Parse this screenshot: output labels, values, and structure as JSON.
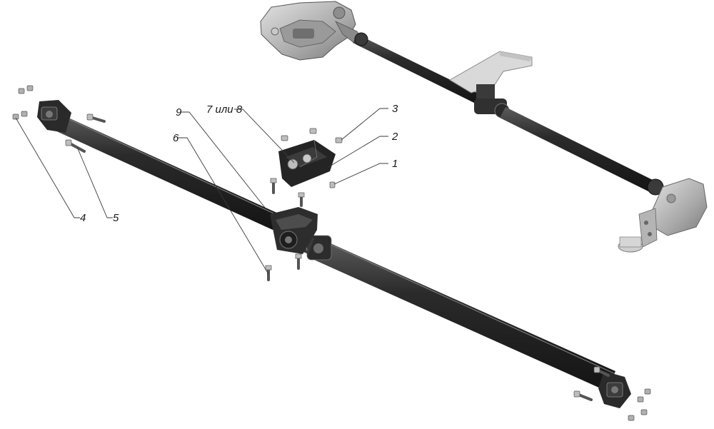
{
  "callouts": {
    "c1": "1",
    "c2": "2",
    "c3": "3",
    "c4": "4",
    "c5": "5",
    "c6": "6",
    "c78": "7 или 8",
    "c9": "9"
  },
  "colors": {
    "shaft": "#2e2e2e",
    "shaft_highlight": "#6a6a6a",
    "casting": "#b9b9b9",
    "casting_dark": "#7c7c7c",
    "leader": "#3a3a3a",
    "bracket": "#2a2a2a"
  }
}
